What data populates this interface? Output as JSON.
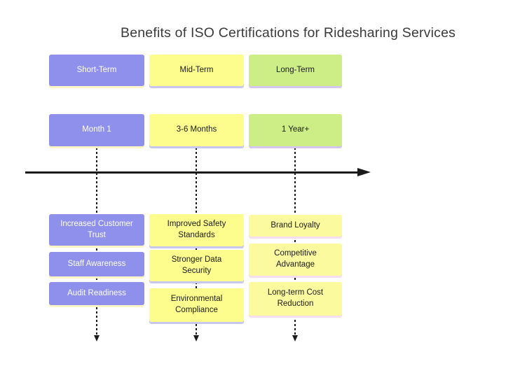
{
  "title": "Benefits of ISO Certifications for Ridesharing Services",
  "columns": [
    {
      "id": "short-term",
      "header": "Short-Term",
      "period": "Month 1",
      "benefits": [
        "Increased Customer Trust",
        "Staff Awareness",
        "Audit Readiness"
      ]
    },
    {
      "id": "mid-term",
      "header": "Mid-Term",
      "period": "3-6 Months",
      "benefits": [
        "Improved Safety Standards",
        "Stronger Data Security",
        "Environmental Compliance"
      ]
    },
    {
      "id": "long-term",
      "header": "Long-Term",
      "period": "1 Year+",
      "benefits": [
        "Brand Loyalty",
        "Competitive Advantage",
        "Long-term Cost Reduction"
      ]
    }
  ],
  "colors": {
    "purple": "#8F8FEC",
    "yellow": "#FDFD8D",
    "green": "#CDED87",
    "pale_yellow": "#FCFA9F",
    "purple_shadow": "#FCF6C6",
    "yellow_shadow": "#C7C7EF",
    "green_shadow": "#D5C6EF",
    "pale_yellow_shadow": "#F4DEF0",
    "text_dark": "#1A1A1A",
    "text_light": "#FFFFFF",
    "line": "#1A1A1A",
    "title": "#3A3A3A"
  }
}
